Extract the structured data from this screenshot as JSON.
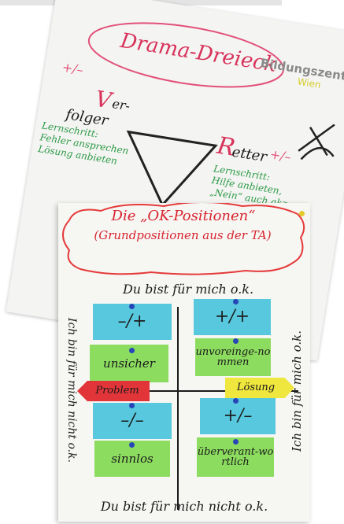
{
  "back_chart": {
    "title": "Drama-Dreieck",
    "brand": "Bildungszentrum",
    "brand_sub": "Wien",
    "mark_left": "+/–",
    "mark_right": "+/–",
    "verfolger": {
      "initial": "V",
      "line1": "er-",
      "line2": "folger",
      "notes": [
        "Lernschritt:",
        "Fehler ansprechen",
        "Lösung anbieten"
      ]
    },
    "retter": {
      "initial": "R",
      "rest": "etter",
      "notes": [
        "Lernschritt:",
        "Hilfe anbieten,",
        "„Nein“ auch akz"
      ]
    }
  },
  "front_chart": {
    "title_line1": "Die „OK-Positionen“",
    "title_line2": "(Grundpositionen aus der TA)",
    "top_label": "Du bist für mich o.k.",
    "bottom_label": "Du bist für mich nicht o.k.",
    "left_label": "Ich bin für mich nicht o.k.",
    "right_label": "Ich bin für mich o.k.",
    "quadrants": {
      "top_left": {
        "sign": "–/+",
        "word": "unsicher"
      },
      "top_right": {
        "sign": "+/+",
        "word": "unvoreinge-nommen"
      },
      "bottom_left": {
        "sign": "–/–",
        "word": "sinnlos"
      },
      "bottom_right": {
        "sign": "+/–",
        "word": "überverant-wortlich"
      }
    },
    "arrow_left": "Problem",
    "arrow_right": "Lösung"
  },
  "colors": {
    "paper": "#f6f6f3",
    "cyan": "#57c8dd",
    "green": "#8cdc5f",
    "red": "#e2353a",
    "yellow": "#efe63e",
    "pink": "#e2507a",
    "ink": "#1b1b1b",
    "green_ink": "#2a9a45"
  }
}
